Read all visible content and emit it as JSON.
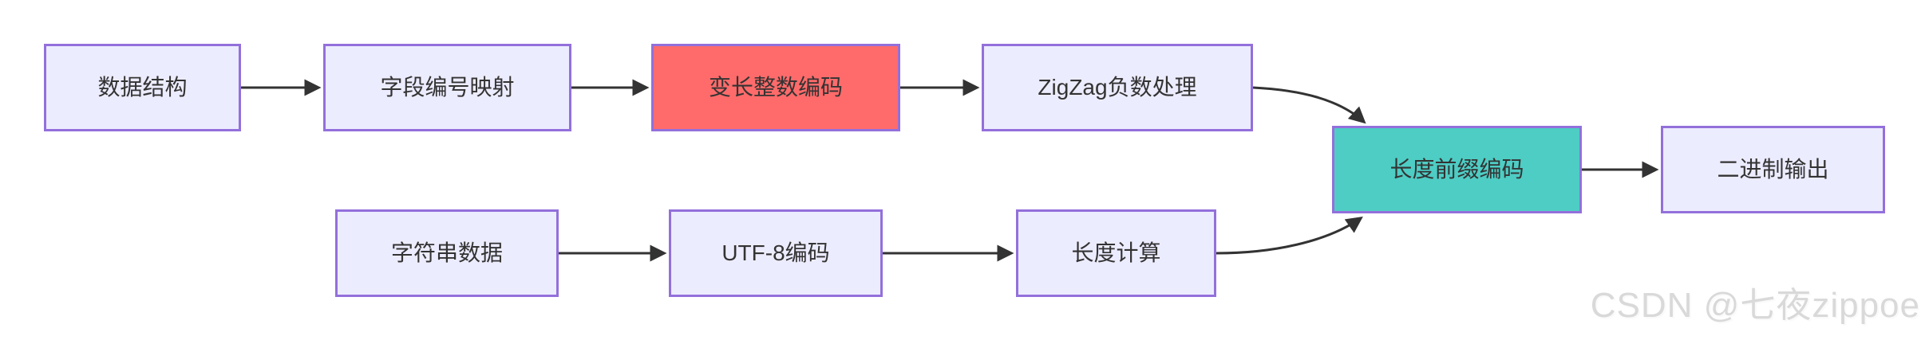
{
  "diagram": {
    "title_implicit": "",
    "nodes": [
      {
        "id": "A",
        "label": "数据结构",
        "style": "default"
      },
      {
        "id": "B",
        "label": "字段编号映射",
        "style": "default"
      },
      {
        "id": "C",
        "label": "变长整数编码",
        "style": "highlight-red"
      },
      {
        "id": "D",
        "label": "ZigZag负数处理",
        "style": "default"
      },
      {
        "id": "E",
        "label": "长度前缀编码",
        "style": "highlight-teal"
      },
      {
        "id": "F",
        "label": "二进制输出",
        "style": "default"
      },
      {
        "id": "G",
        "label": "字符串数据",
        "style": "default"
      },
      {
        "id": "H",
        "label": "UTF-8编码",
        "style": "default"
      },
      {
        "id": "I",
        "label": "长度计算",
        "style": "default"
      }
    ],
    "edges": [
      {
        "from": "A",
        "to": "B"
      },
      {
        "from": "B",
        "to": "C"
      },
      {
        "from": "C",
        "to": "D"
      },
      {
        "from": "D",
        "to": "E"
      },
      {
        "from": "G",
        "to": "H"
      },
      {
        "from": "H",
        "to": "I"
      },
      {
        "from": "I",
        "to": "E"
      },
      {
        "from": "E",
        "to": "F"
      }
    ],
    "colors": {
      "node_fill": "#ECECFF",
      "node_border": "#9370DB",
      "red_fill": "#FF6B6B",
      "teal_fill": "#4ECDC4",
      "edge": "#333333",
      "text": "#333333"
    }
  },
  "watermark": {
    "text": "CSDN @七夜zippoe"
  }
}
